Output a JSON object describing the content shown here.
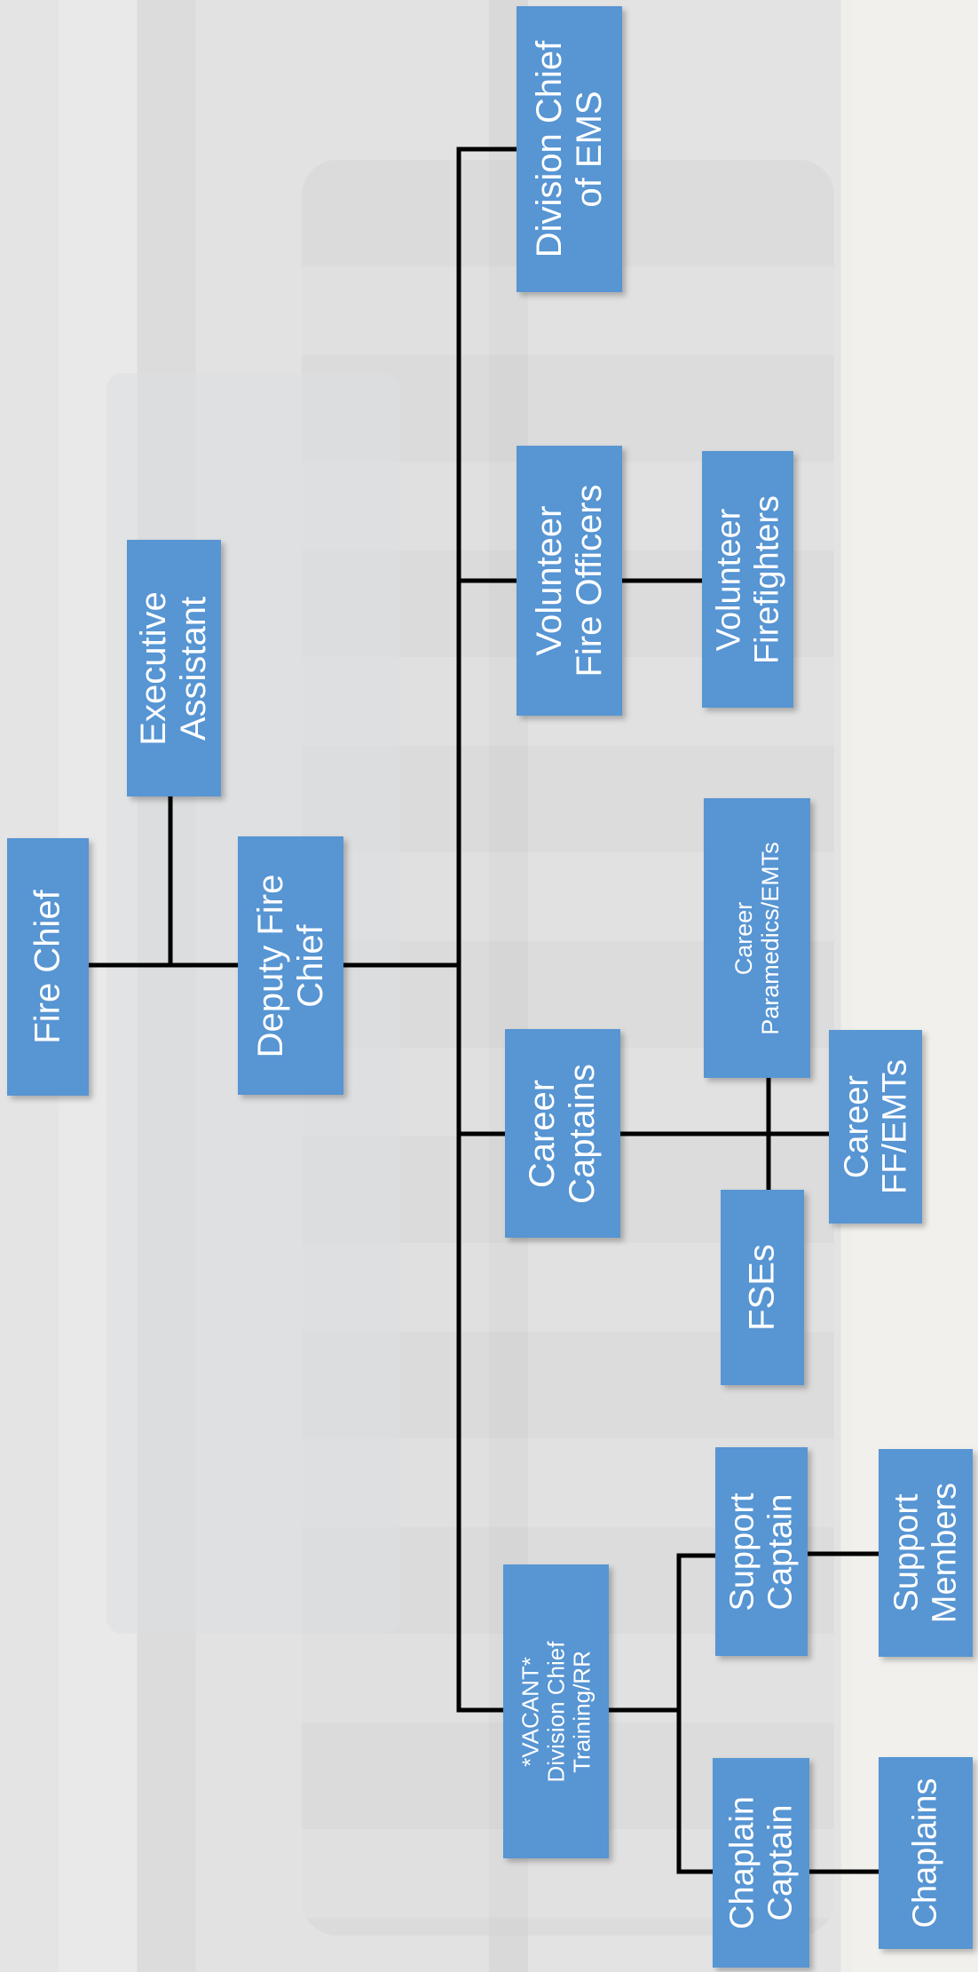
{
  "nodes": {
    "fire_chief": {
      "lines": [
        "Fire Chief"
      ]
    },
    "executive_assistant": {
      "lines": [
        "Executive",
        "Assistant"
      ]
    },
    "deputy_fire_chief": {
      "lines": [
        "Deputy Fire",
        "Chief"
      ]
    },
    "division_chief_ems": {
      "lines": [
        "Division Chief",
        "of EMS"
      ]
    },
    "volunteer_fire_officers": {
      "lines": [
        "Volunteer",
        "Fire Officers"
      ]
    },
    "volunteer_firefighters": {
      "lines": [
        "Volunteer",
        "Firefighters"
      ]
    },
    "career_captains": {
      "lines": [
        "Career",
        "Captains"
      ]
    },
    "career_paramedics": {
      "lines": [
        "Career",
        "Paramedics/EMTs"
      ]
    },
    "career_ff_emts": {
      "lines": [
        "Career",
        "FF/EMTs"
      ]
    },
    "fses": {
      "lines": [
        "FSEs"
      ]
    },
    "division_chief_training": {
      "lines": [
        "*VACANT*",
        "Division Chief",
        "Training/RR"
      ]
    },
    "support_captain": {
      "lines": [
        "Support",
        "Captain"
      ]
    },
    "support_members": {
      "lines": [
        "Support",
        "Members"
      ]
    },
    "chaplain_captain": {
      "lines": [
        "Chaplain",
        "Captain"
      ]
    },
    "chaplains": {
      "lines": [
        "Chaplains"
      ]
    }
  },
  "colors": {
    "box": "#5795d3",
    "text": "#ffffff",
    "connector": "#000000"
  }
}
